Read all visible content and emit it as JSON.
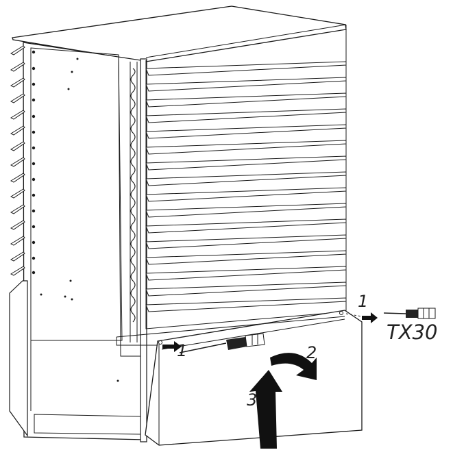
{
  "callouts": {
    "step1_right": "1",
    "step1_left": "1",
    "step2": "2",
    "step3": "3"
  },
  "tool_label": "TX30",
  "colors": {
    "line": "#1a1a1a",
    "panel": "#ffffff",
    "arrow": "#111111",
    "frame_gray": "#555555"
  },
  "icons": [
    "screwdriver-icon",
    "curved-arrow-icon",
    "up-arrow-icon",
    "pull-arrow-icon"
  ]
}
